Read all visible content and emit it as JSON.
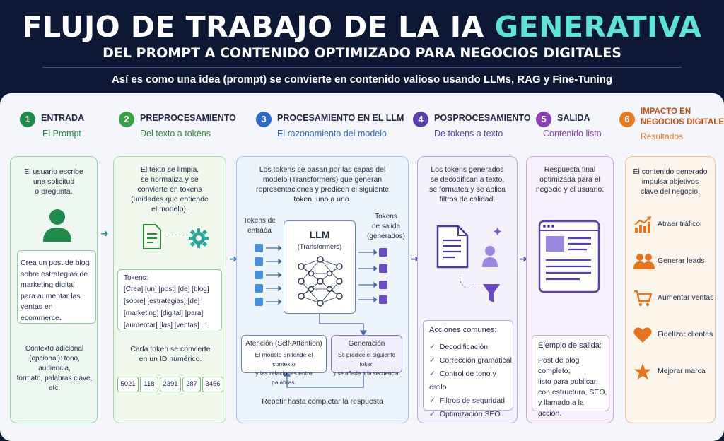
{
  "header": {
    "title_main": "FLUJO DE TRABAJO DE LA IA ",
    "title_accent": "GENERATIVA",
    "subtitle": "DEL PROMPT A CONTENIDO OPTIMIZADO PARA NEGOCIOS DIGITALES",
    "tagline": "Así es como una idea (prompt) se convierte en contenido valioso usando LLMs, RAG y Fine-Tuning"
  },
  "steps": [
    {
      "num": "1",
      "title": "ENTRADA",
      "sub": "El Prompt",
      "color": "#1f8a4c"
    },
    {
      "num": "2",
      "title": "PREPROCESAMIENTO",
      "sub": "Del texto a tokens",
      "color": "#3aa34a"
    },
    {
      "num": "3",
      "title": "PROCESAMIENTO EN EL LLM",
      "sub": "El razonamiento del modelo",
      "color": "#2d6cc4"
    },
    {
      "num": "4",
      "title": "POSPROCESAMIENTO",
      "sub": "De tokens a texto",
      "color": "#5b3fb0"
    },
    {
      "num": "5",
      "title": "SALIDA",
      "sub": "Contenido listo",
      "color": "#8e3fb3"
    },
    {
      "num": "6",
      "title_l1": "IMPACTO EN",
      "title_l2": "NEGOCIOS DIGITALES",
      "sub": "Resultados",
      "color": "#ea7a1e"
    }
  ],
  "col1": {
    "intro": [
      "El usuario escribe",
      "una solicitud",
      "o pregunta."
    ],
    "prompt": [
      "Crea un post de blog",
      "sobre estrategias de",
      "marketing digital",
      "para aumentar las",
      "ventas en ecommerce."
    ],
    "context": [
      "Contexto adicional",
      "(opcional): tono, audiencia,",
      "formato, palabras clave, etc."
    ]
  },
  "col2": {
    "intro": [
      "El texto se limpia,",
      "se normaliza y se",
      "convierte en tokens",
      "(unidades que entiende",
      "el modelo)."
    ],
    "tokens_label": "Tokens:",
    "tokens": [
      "[Crea] [un] [post] [de] [blog]",
      "[sobre] [estrategias] [de]",
      "[marketing] [digital] [para]",
      "[aumentar] [las] [ventas] ..."
    ],
    "id_caption": [
      "Cada token se convierte",
      "en un ID numérico."
    ],
    "ids": [
      "5021",
      "118",
      "2391",
      "287",
      "3456"
    ]
  },
  "col3": {
    "intro": [
      "Los tokens se pasan por las capas del",
      "modelo (Transformers) que generan",
      "representaciones y predicen el siguiente",
      "token, uno a uno."
    ],
    "in_label": [
      "Tokens de",
      "entrada"
    ],
    "out_label": [
      "Tokens",
      "de salida",
      "(generados)"
    ],
    "llm_title": "LLM",
    "llm_sub": "(Transformers)",
    "attention_title": "Atención (Self-Attention)",
    "attention_text": [
      "El modelo entiende el contexto",
      "y las relaciones entre palabras."
    ],
    "generation_title": "Generación",
    "generation_text": [
      "Se predice el siguiente token",
      "y se añade a la secuencia."
    ],
    "repeat": "Repetir hasta completar la respuesta"
  },
  "col4": {
    "intro": [
      "Los tokens generados",
      "se decodifican a texto,",
      "se formatea y se aplica",
      "filtros de calidad."
    ],
    "actions_title": "Acciones comunes:",
    "actions": [
      "Decodificación",
      "Corrección gramatical",
      "Control de tono y estilo",
      "Filtros de seguridad",
      "Optimización SEO"
    ]
  },
  "col5": {
    "intro": [
      "Respuesta final",
      "optimizada para el",
      "negocio y el usuario."
    ],
    "example_title": "Ejemplo de salida:",
    "example_text": [
      "Post de blog completo,",
      "listo para publicar,",
      "con estructura, SEO,",
      "y llamado a la acción."
    ]
  },
  "col6": {
    "intro": [
      "El contenido generado",
      "impulsa objetivos",
      "clave del negocio."
    ],
    "impacts": [
      {
        "icon": "chart-growth-icon",
        "glyph": "📈",
        "label": "Atraer tráfico"
      },
      {
        "icon": "people-icon",
        "glyph": "👥",
        "label": "Generar leads"
      },
      {
        "icon": "cart-icon",
        "glyph": "🛒",
        "label": "Aumentar ventas"
      },
      {
        "icon": "heart-icon",
        "glyph": "♥",
        "label": "Fidelizar clientes"
      },
      {
        "icon": "star-icon",
        "glyph": "★",
        "label": "Mejorar marca"
      }
    ]
  }
}
